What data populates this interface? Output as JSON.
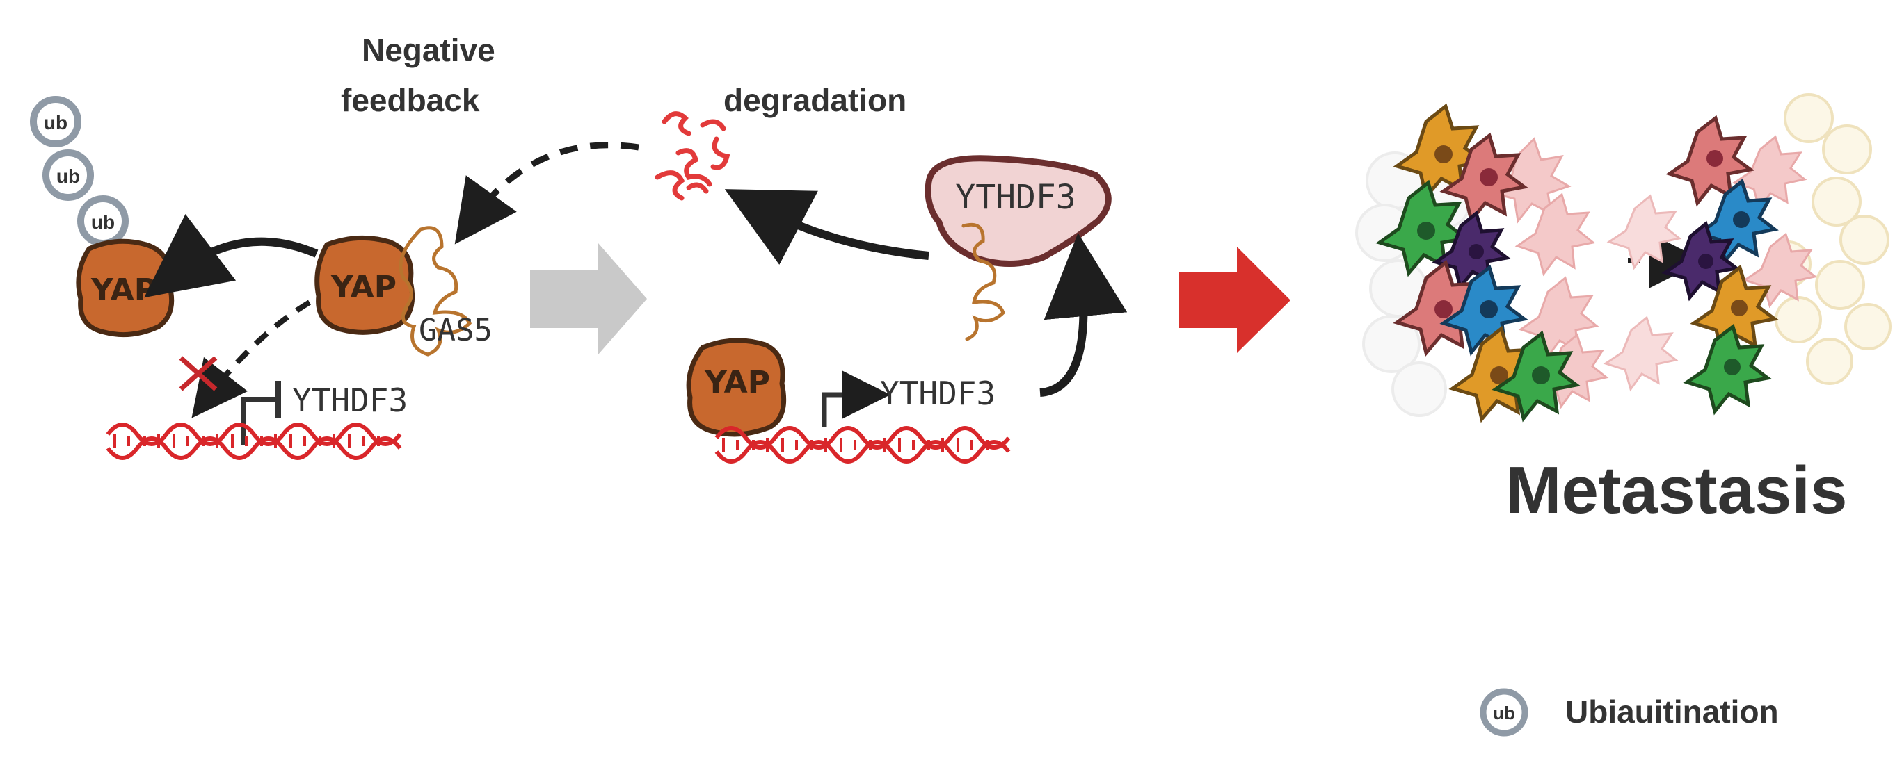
{
  "labels": {
    "negative_feedback_line1": "Negative",
    "negative_feedback_line2": "feedback",
    "degradation": "degradation",
    "gas5": "GAS5",
    "ythdf3_left": "YTHDF3",
    "ythdf3_middle": "YTHDF3",
    "ythdf3_protein": "YTHDF3",
    "yap_ubiquitinated": "YAP",
    "yap_bound": "YAP",
    "yap_free": "YAP",
    "ub": "ub",
    "metastasis": "Metastasis",
    "legend_ub": "ub",
    "legend_text": "Ubiauitination"
  },
  "colors": {
    "yap_fill": "#c8682e",
    "yap_stroke": "#4a2a14",
    "rna": "#b8742e",
    "dna": "#d9262a",
    "degraded_rna": "#e23a3a",
    "ythdf3_fill": "#f1d3d3",
    "ythdf3_stroke": "#6b2e2e",
    "gray_arrow": "#c9c9c9",
    "red_arrow": "#d8302c",
    "ub_ring": "#8f9aa6",
    "text": "#333333"
  }
}
